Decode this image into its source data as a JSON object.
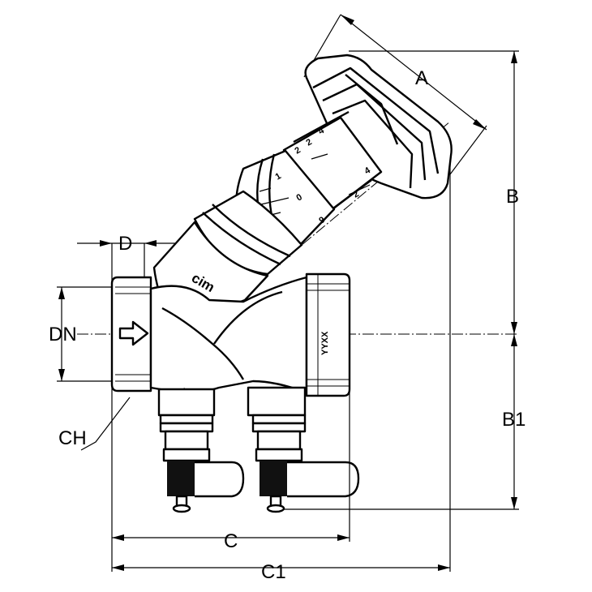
{
  "dimensions": {
    "A": "A",
    "B": "B",
    "B1": "B1",
    "C": "C",
    "C1": "C1",
    "D": "D",
    "DN": "DN",
    "CH": "CH"
  },
  "body_marks": {
    "brand": "cim",
    "side_code": "YYXX",
    "plus_sign": "+"
  },
  "scale_marks": {
    "upper": [
      "4",
      "2",
      "2"
    ],
    "middle": [
      "1",
      "0",
      "9"
    ],
    "lower": [
      "4",
      "2"
    ]
  },
  "icons": {
    "flow_arrow": "flow-direction-arrow-icon"
  }
}
